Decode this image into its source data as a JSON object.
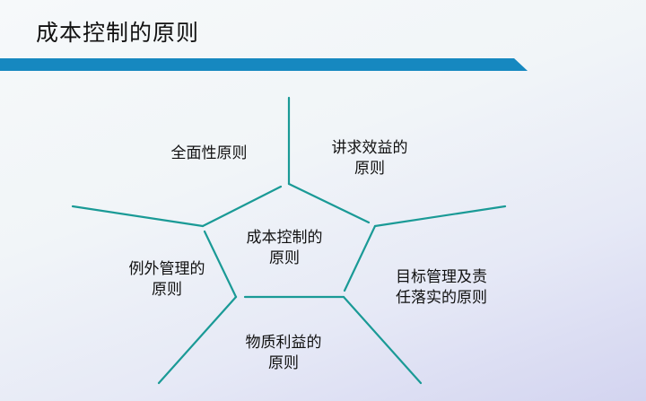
{
  "slide": {
    "title": "成本控制的原则",
    "accent_color": "#1688c0",
    "line_color": "#1a9a96"
  },
  "diagram": {
    "center": {
      "line1": "成本控制的",
      "line2": "原则"
    },
    "principles": [
      {
        "id": "comprehensive",
        "line1": "全面性原则",
        "line2": ""
      },
      {
        "id": "efficiency",
        "line1": "讲求效益的",
        "line2": "原则"
      },
      {
        "id": "objective-responsibility",
        "line1": "目标管理及责",
        "line2": "任落实的原则"
      },
      {
        "id": "material-benefit",
        "line1": "物质利益的",
        "line2": "原则"
      },
      {
        "id": "exception-management",
        "line1": "例外管理的",
        "line2": "原则"
      }
    ]
  }
}
